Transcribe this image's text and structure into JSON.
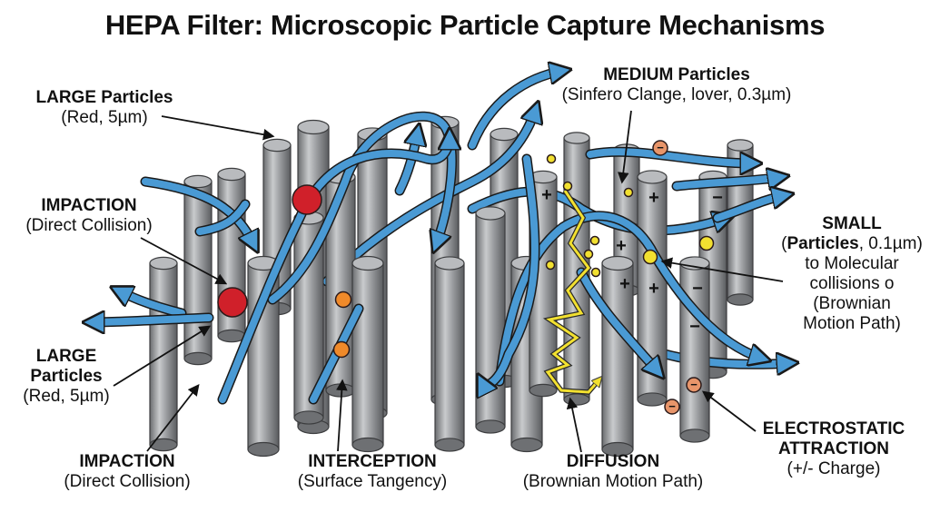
{
  "title": "HEPA Filter: Microscopic Particle Capture Mechanisms",
  "labels": {
    "large_top": {
      "title": "LARGE Particles",
      "sub": "(Red, 5µm)"
    },
    "impaction_top": {
      "title": "IMPACTION",
      "sub": "(Direct Collision)"
    },
    "large_bottom": {
      "line1": "LARGE",
      "line2": "Particles",
      "sub": "(Red, 5µm)"
    },
    "impaction_bottom": {
      "title": "IMPACTION",
      "sub": "(Direct Collision)"
    },
    "interception": {
      "title": "INTERCEPTION",
      "sub": "(Surface Tangency)"
    },
    "diffusion": {
      "title": "DIFFUSION",
      "sub": "(Brownian Motion Path)"
    },
    "medium": {
      "title": "MEDIUM Particles",
      "sub": "(Sinfero Clange, lover, 0.3µm)"
    },
    "small": {
      "line1": "SMALL",
      "line2_bold": "Particles",
      "line2_rest": ", 0.1µm)",
      "line2_open": "(",
      "line3": "to Molecular",
      "line4": "collisions o",
      "line5": "(Brownian",
      "line6": "Motion Path)"
    },
    "electrostatic": {
      "line1": "ELECTROSTATIC",
      "line2": "ATTRACTION",
      "sub": "(+/- Charge)"
    }
  },
  "charges": {
    "plus": "+",
    "minus": "−"
  },
  "colors": {
    "fiber": "#8f9194",
    "fiber_light": "#c4c6c8",
    "fiber_dark": "#5c5e61",
    "airflow": "#4a9ad4",
    "large_particle": "#d0202a",
    "medium_particle": "#f08a2a",
    "small_particle": "#f2e030",
    "charged_particle": "#e8956a",
    "brownian_path": "#f2e030"
  }
}
